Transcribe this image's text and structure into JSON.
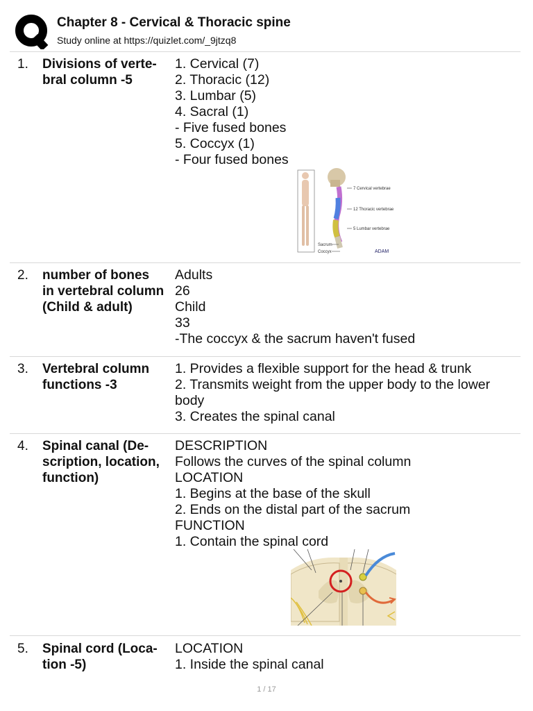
{
  "header": {
    "title": "Chapter 8 - Cervical & Thoracic spine",
    "subtitle": "Study online at https://quizlet.com/_9jtzq8"
  },
  "cards": [
    {
      "num": "1.",
      "term": "Divisions of verte-\nbral column -5",
      "lines": [
        "1. Cervical (7)",
        "2. Thoracic (12)",
        "3. Lumbar (5)",
        "4. Sacral (1)",
        "- Five fused bones",
        "5. Coccyx (1)",
        "- Four fused bones"
      ],
      "figure": {
        "labels": [
          "7 Cervical vertebrae",
          "12 Thoracic vertebrae",
          "5 Lumbar vertebrae",
          "Sacrum",
          "Coccyx",
          "ADAM"
        ]
      }
    },
    {
      "num": "2.",
      "term": "number of bones\nin vertebral column\n(Child & adult)",
      "lines": [
        "Adults",
        "26",
        "Child",
        "33",
        "-The coccyx & the sacrum haven't fused"
      ]
    },
    {
      "num": "3.",
      "term": "Vertebral column\nfunctions -3",
      "lines": [
        "1. Provides a flexible support for the head & trunk",
        "2. Transmits weight from the upper body to the lower body",
        "3. Creates the spinal canal"
      ]
    },
    {
      "num": "4.",
      "term": "Spinal canal (De-\nscription, location,\nfunction)",
      "lines": [
        "DESCRIPTION",
        "Follows the curves of the spinal column",
        "LOCATION",
        "1. Begins at the base of the skull",
        "2. Ends on the distal part of the sacrum",
        "FUNCTION",
        "1. Contain the spinal cord"
      ]
    },
    {
      "num": "5.",
      "term": "Spinal cord (Loca-\ntion -5)",
      "lines": [
        "LOCATION",
        "1. Inside the spinal canal"
      ]
    }
  ],
  "footer": {
    "page": "1 / 17"
  },
  "colors": {
    "text": "#111111",
    "divider": "#d8d8d8",
    "footer": "#999999",
    "spinal_canal_circle": "#d42020"
  },
  "icons": {
    "logo": "quizlet-q-logo"
  }
}
